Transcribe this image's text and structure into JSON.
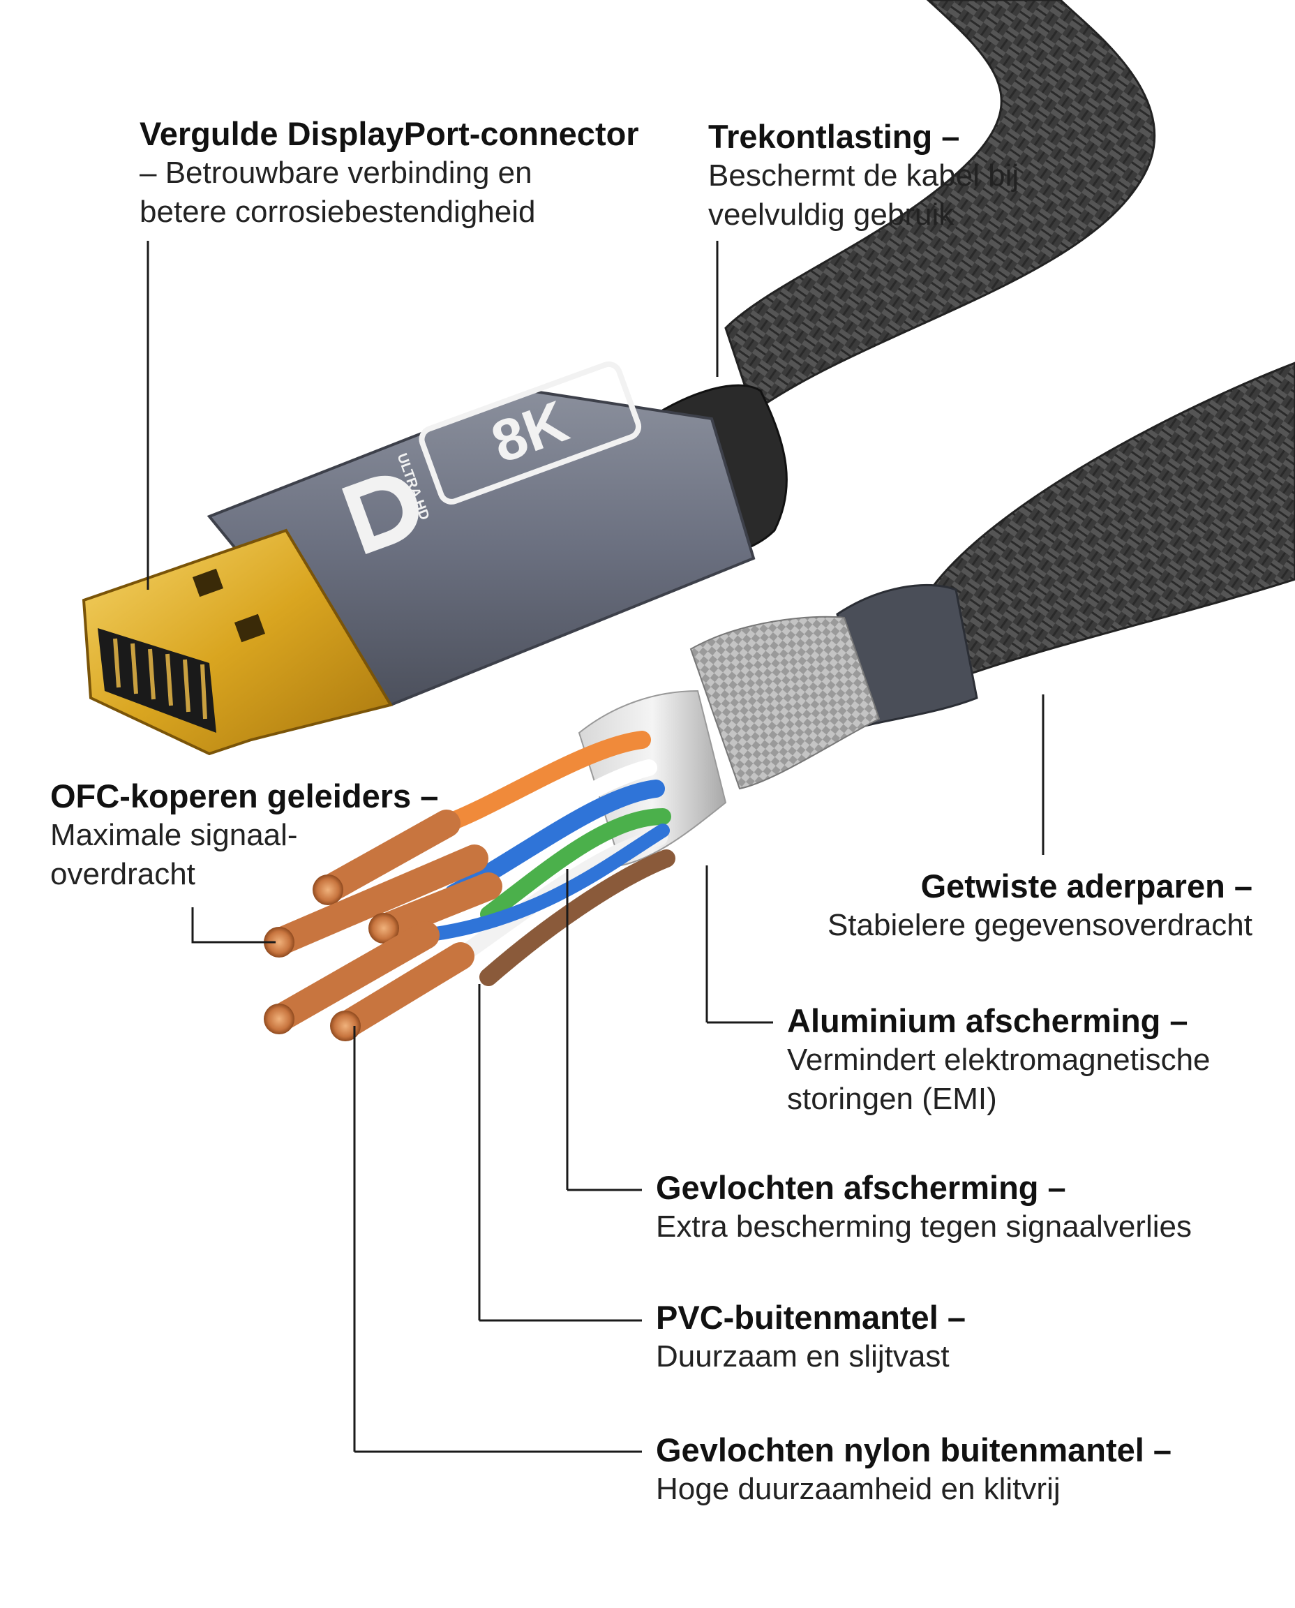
{
  "colors": {
    "background": "#ffffff",
    "text": "#111111",
    "leader_line": "#1a1a1a",
    "gold": "#d9a520",
    "housing": "#6b7080",
    "nylon_braid": "#3a3a3a",
    "copper": "#c8753f"
  },
  "product": {
    "badge_main": "8K",
    "badge_sub": "ULTRA HD",
    "logo": "displayport-logo"
  },
  "callouts": [
    {
      "id": "connector",
      "title": "Vergulde DisplayPort-connector",
      "desc_lines": [
        "– Betrouwbare verbinding en",
        "betere corrosiebestendigheid"
      ]
    },
    {
      "id": "strain",
      "title": "Trekontlasting –",
      "desc_lines": [
        "Beschermt de kabel bij",
        "veelvuldig gebruik"
      ]
    },
    {
      "id": "ofc",
      "title": "OFC-koperen geleiders –",
      "desc_lines": [
        "Maximale signaal-",
        "overdracht"
      ]
    },
    {
      "id": "twist",
      "title": "Getwiste aderparen –",
      "desc_lines": [
        "Stabielere gegevensoverdracht"
      ]
    },
    {
      "id": "alu",
      "title": "Aluminium afscherming –",
      "desc_lines": [
        "Vermindert elektromagnetische",
        "storingen (EMI)"
      ]
    },
    {
      "id": "braid",
      "title": "Gevlochten afscherming –",
      "desc_lines": [
        "Extra bescherming tegen signaalverlies"
      ]
    },
    {
      "id": "pvc",
      "title": "PVC-buitenmantel –",
      "desc_lines": [
        "Duurzaam en slijtvast"
      ]
    },
    {
      "id": "nylon",
      "title": "Gevlochten nylon buitenmantel –",
      "desc_lines": [
        "Hoge duurzaamheid en klitvrij"
      ]
    }
  ]
}
